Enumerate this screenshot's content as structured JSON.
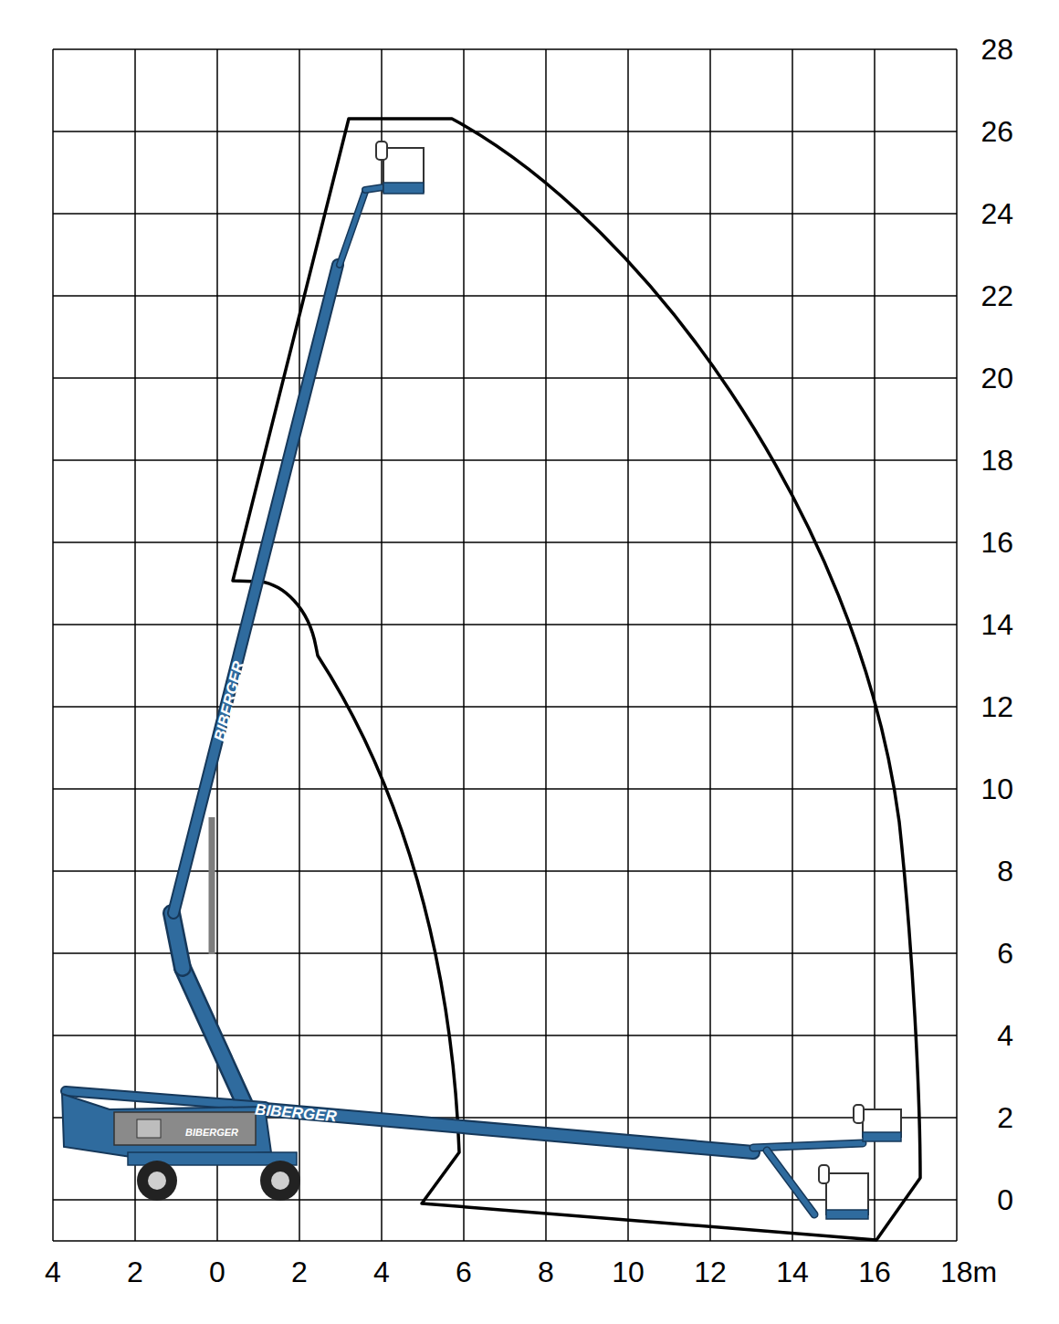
{
  "diagram": {
    "labels": [
      "28",
      "26",
      "24",
      "22",
      "20",
      "18",
      "16",
      "14",
      "12",
      "10",
      "8",
      "6",
      "4",
      "2",
      "0",
      "4",
      "2",
      "0",
      "2",
      "4",
      "6",
      "8",
      "10",
      "12",
      "14",
      "16",
      "18m",
      "BIBERGER",
      "BIBERGER",
      "BIBERGER"
    ]
  }
}
